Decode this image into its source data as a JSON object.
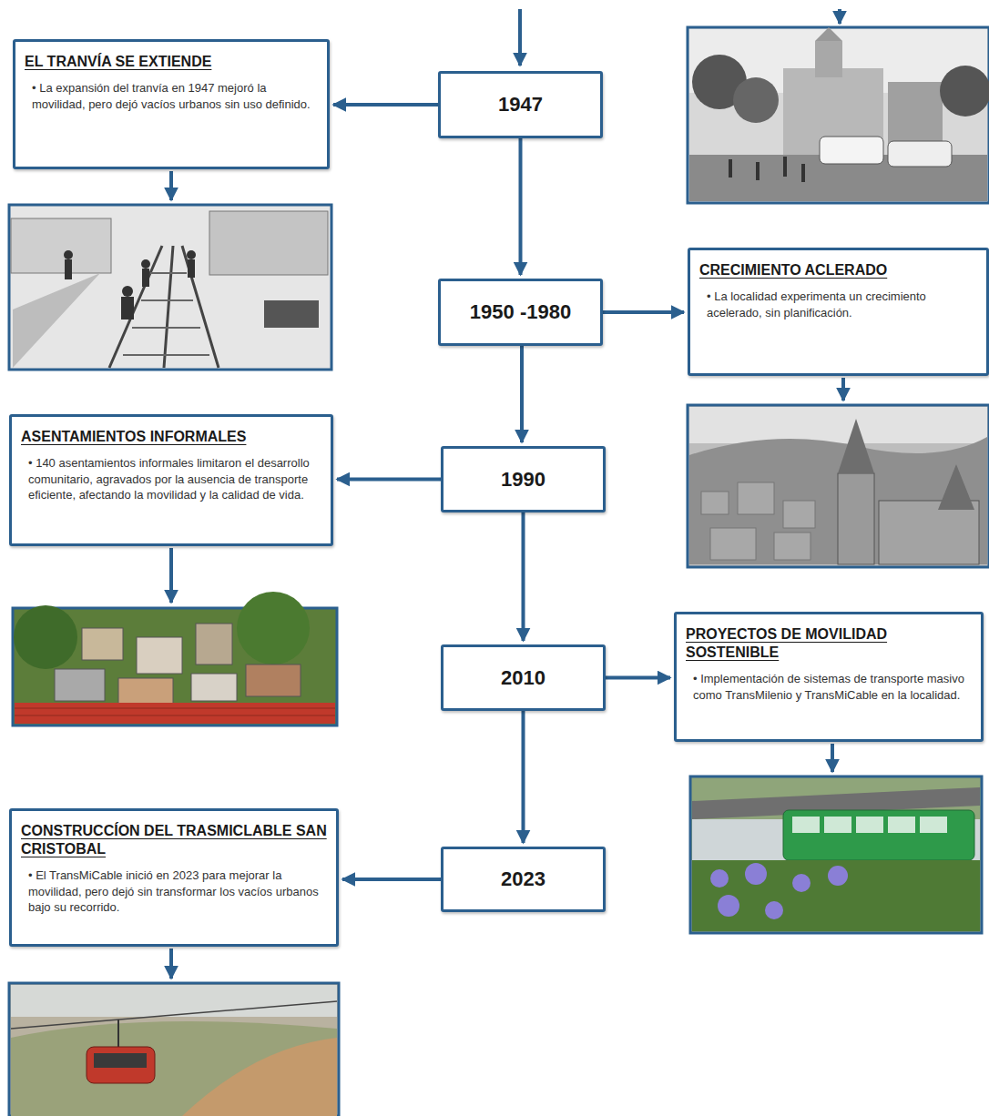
{
  "diagram": {
    "nodes": [
      {
        "text": [
          "EL TRANVÍA SE EXTIENDE",
          "• La expansión del tranvía en 1947 mejoró la movilidad, pero dejó vacíos urbanos sin uso definido."
        ]
      },
      {
        "text": [
          "1947"
        ]
      },
      {
        "text": [
          "1950 -1980"
        ]
      },
      {
        "text": [
          "CRECIMIENTO ACLERADO",
          "• La localidad experimenta un crecimiento acelerado, sin planificación."
        ]
      },
      {
        "text": [
          "ASENTAMIENTOS INFORMALES",
          "• 140 asentamientos informales limitaron el desarrollo comunitario, agravados por la ausencia de transporte eficiente, afectando la movilidad y la calidad de vida."
        ]
      },
      {
        "text": [
          "1990"
        ]
      },
      {
        "text": [
          "2010"
        ]
      },
      {
        "text": [
          "PROYECTOS DE MOVILIDAD SOSTENIBLE",
          "• Implementación de sistemas de transporte masivo como TransMilenio y TransMiCable en la localidad."
        ]
      },
      {
        "text": [
          "CONSTRUCCÍON DEL TRASMICLABLE SAN CRISTOBAL",
          "• El TransMiCable inició en 2023 para mejorar la movilidad, pero dejó sin transformar los vacíos urbanos bajo su recorrido."
        ]
      },
      {
        "text": [
          "2023"
        ]
      }
    ],
    "edges": [
      {
        "from": 1,
        "to": 0,
        "arrow": "to"
      },
      {
        "from": 1,
        "to": 2,
        "arrow": "to"
      },
      {
        "from": 2,
        "to": 3,
        "arrow": "to"
      },
      {
        "from": 2,
        "to": 5,
        "arrow": "to"
      },
      {
        "from": 5,
        "to": 4,
        "arrow": "to"
      },
      {
        "from": 5,
        "to": 6,
        "arrow": "to"
      },
      {
        "from": 6,
        "to": 7,
        "arrow": "to"
      },
      {
        "from": 6,
        "to": 9,
        "arrow": "to"
      },
      {
        "from": 9,
        "to": 8,
        "arrow": "to"
      }
    ]
  }
}
